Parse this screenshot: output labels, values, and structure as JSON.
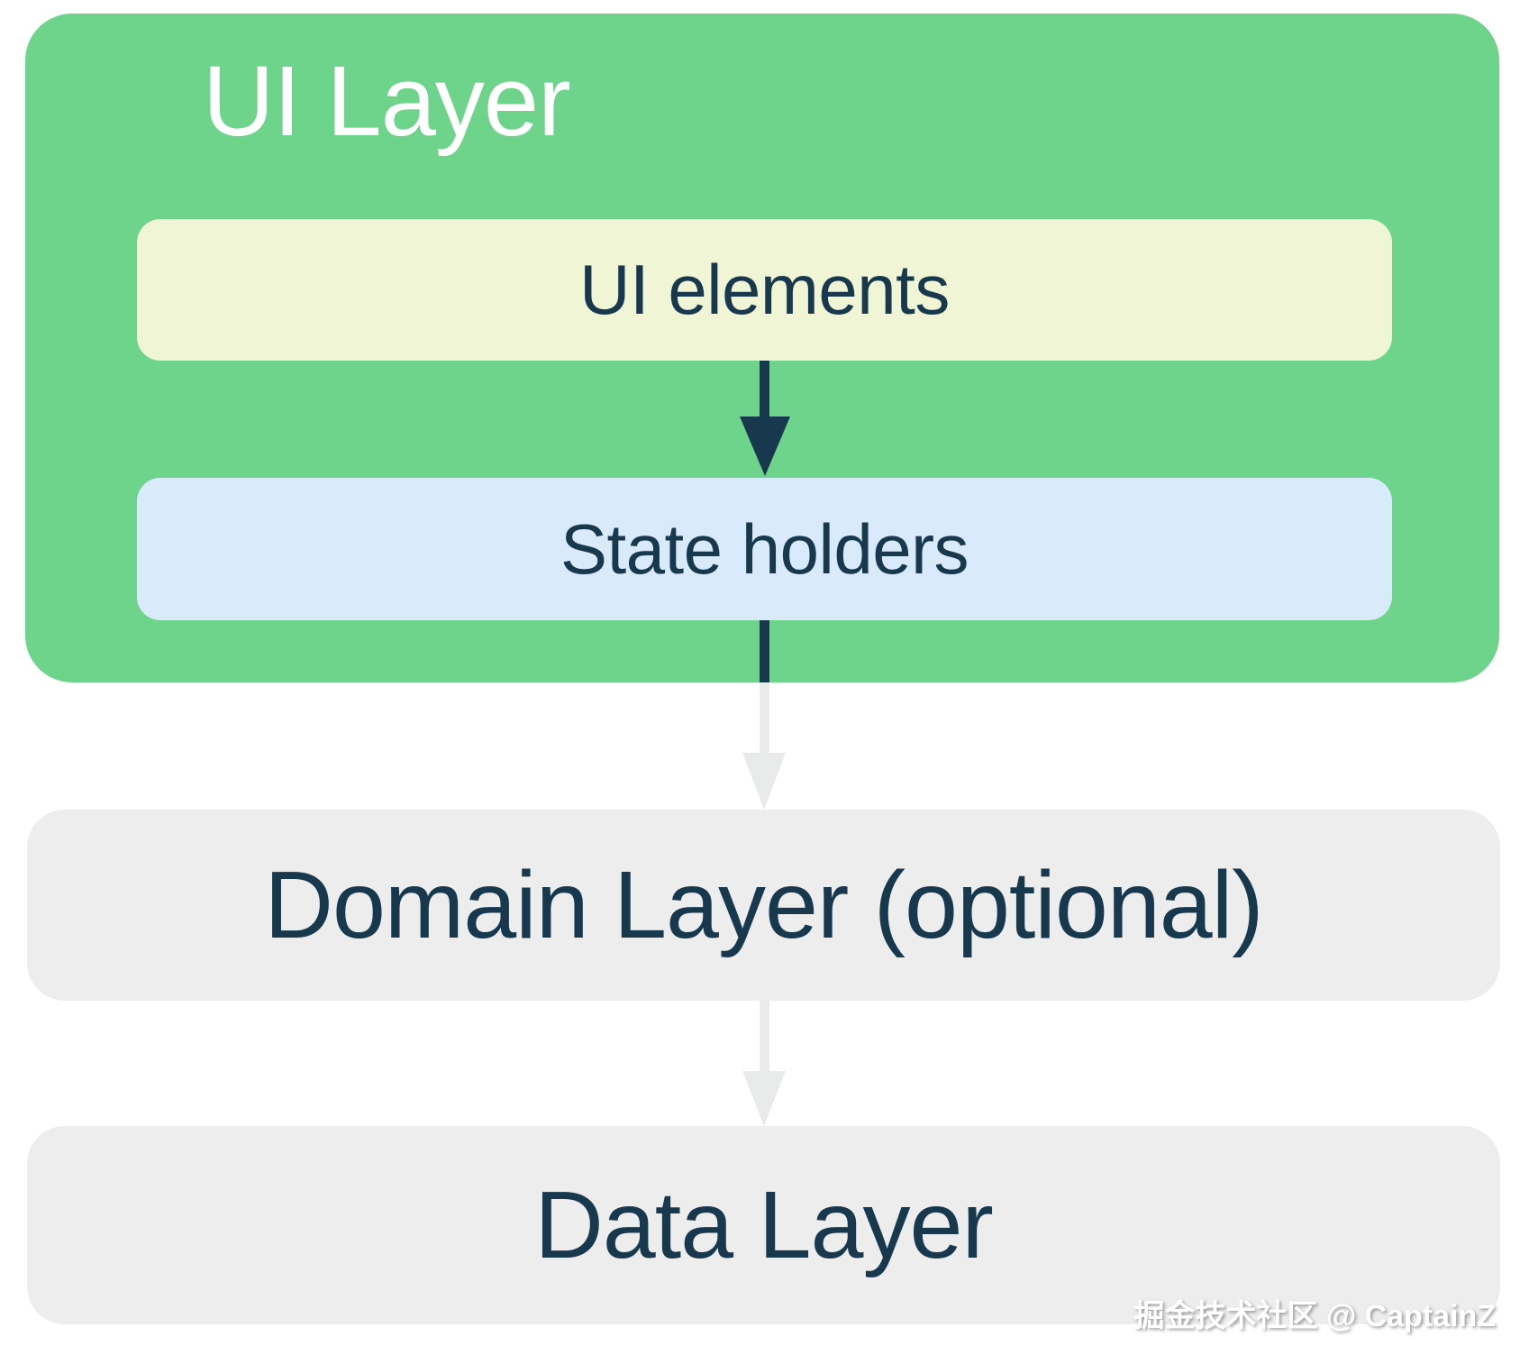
{
  "diagram": {
    "ui_layer": {
      "title": "UI Layer",
      "children": {
        "ui_elements": "UI elements",
        "state_holders": "State holders"
      }
    },
    "domain_layer": "Domain Layer (optional)",
    "data_layer": "Data Layer"
  },
  "watermark": "掘金技术社区 @ CaptainZ",
  "colors": {
    "green": "#6ed38b",
    "yellow": "#eff5d5",
    "blue": "#d9eafb",
    "box_gray": "#ededed",
    "navy": "#18384e",
    "arrow_gray": "#e9eaea",
    "white": "#ffffff"
  }
}
